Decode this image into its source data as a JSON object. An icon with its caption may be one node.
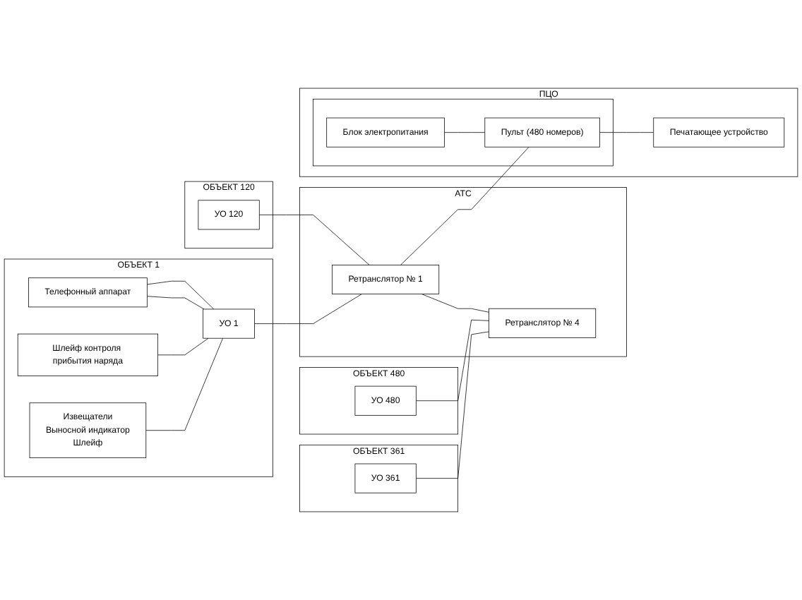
{
  "diagram": {
    "nodes": [
      {
        "text": [
          "ОБЪЕКТ 1"
        ]
      },
      {
        "text": [
          "УО 1"
        ],
        "in": 0
      },
      {
        "text": [
          "Извещатели",
          "Выносной индикатор",
          "Шлейф"
        ],
        "in": 0
      },
      {
        "text": [
          "Шлейф контроля прибытия наряда"
        ],
        "in": 0
      },
      {
        "text": [
          "Телефонный аппарат"
        ],
        "in": 0
      },
      {
        "text": [
          "ОБЪЕКТ 120"
        ]
      },
      {
        "text": [
          "УО 120"
        ],
        "in": 5
      },
      {
        "text": [
          "ОБЪЕКТ 361"
        ]
      },
      {
        "text": [
          "УО 361"
        ],
        "in": 7
      },
      {
        "text": [
          "ОБЪЕКТ 480"
        ]
      },
      {
        "text": [
          "УО 480"
        ],
        "in": 9
      },
      {
        "text": [
          "АТС"
        ]
      },
      {
        "text": [
          "Ретранслятор № 1"
        ],
        "in": 11
      },
      {
        "text": [
          "Ретранслятор № 4"
        ],
        "in": 11
      },
      {
        "text": [
          "ПЦО"
        ]
      },
      {
        "text": [],
        "shape": "box",
        "in": 14
      },
      {
        "text": [
          "Блок электропитания"
        ],
        "in": 15
      },
      {
        "text": [
          "Пульт (480 номеров)"
        ],
        "in": 15
      },
      {
        "text": [
          "Печатающее устройство"
        ],
        "in": 14
      }
    ],
    "edges": [
      {
        "from": 2,
        "to": 1,
        "arrow": "none"
      },
      {
        "from": 3,
        "to": 1,
        "arrow": "none"
      },
      {
        "from": 4,
        "to": 1,
        "arrow": "none"
      },
      {
        "from": 4,
        "to": 1,
        "arrow": "none"
      },
      {
        "from": 1,
        "to": 12,
        "arrow": "none"
      },
      {
        "from": 6,
        "to": 12,
        "arrow": "none"
      },
      {
        "from": 8,
        "to": 13,
        "arrow": "none"
      },
      {
        "from": 10,
        "to": 13,
        "arrow": "none"
      },
      {
        "from": 12,
        "to": 13,
        "arrow": "none"
      },
      {
        "from": 12,
        "to": 17,
        "arrow": "none"
      },
      {
        "from": 16,
        "to": 17,
        "arrow": "none"
      },
      {
        "from": 17,
        "to": 18,
        "arrow": "none"
      }
    ]
  }
}
